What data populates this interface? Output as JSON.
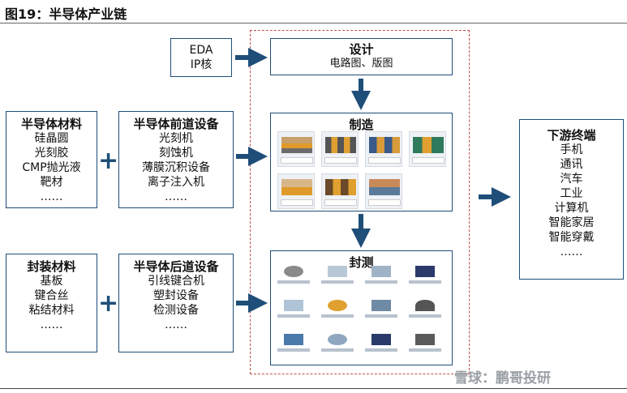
{
  "title": "图19：半导体产业链",
  "eda": {
    "line1": "EDA",
    "line2": "IP核"
  },
  "design": {
    "title": "设计",
    "subtitle": "电路图、版图"
  },
  "manufacture": {
    "title": "制造"
  },
  "packaging": {
    "title": "封测"
  },
  "materials": {
    "title": "半导体材料",
    "items": [
      "硅晶圆",
      "光刻胶",
      "CMP抛光液",
      "靶材",
      "……"
    ]
  },
  "front_equipment": {
    "title": "半导体前道设备",
    "items": [
      "光刻机",
      "刻蚀机",
      "薄膜沉积设备",
      "离子注入机",
      "……"
    ]
  },
  "pack_materials": {
    "title": "封装材料",
    "items": [
      "基板",
      "键合丝",
      "粘结材料",
      "……"
    ]
  },
  "back_equipment": {
    "title": "半导体后道设备",
    "items": [
      "引线键合机",
      "塑封设备",
      "检测设备",
      "……"
    ]
  },
  "downstream": {
    "title": "下游终端",
    "items": [
      "手机",
      "通讯",
      "汽车",
      "工业",
      "计算机",
      "智能家居",
      "智能穿戴",
      "……"
    ]
  },
  "plus": "+",
  "watermark": "雪球：鹏哥投研",
  "colors": {
    "arrow": "#1f4e79",
    "border": "#1f4e79",
    "dashed": "#c0504d"
  }
}
